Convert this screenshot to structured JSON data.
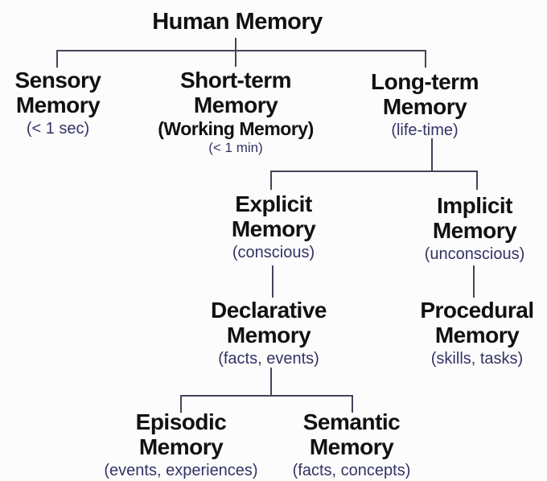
{
  "colors": {
    "background": "#fcfcfc",
    "label_text": "#111111",
    "annotation_text": "#333366",
    "connector_line": "#44445a"
  },
  "nodes": {
    "root": {
      "l1": "Human Memory"
    },
    "sensory": {
      "l1": "Sensory",
      "l2": "Memory",
      "note": "(< 1 sec)"
    },
    "shortterm": {
      "l1": "Short-term",
      "l2": "Memory",
      "sub": "(Working Memory)",
      "note": "(< 1 min)"
    },
    "longterm": {
      "l1": "Long-term",
      "l2": "Memory",
      "note": "(life-time)"
    },
    "explicit": {
      "l1": "Explicit",
      "l2": "Memory",
      "note": "(conscious)"
    },
    "implicit": {
      "l1": "Implicit",
      "l2": "Memory",
      "note": "(unconscious)"
    },
    "declarative": {
      "l1": "Declarative",
      "l2": "Memory",
      "note": "(facts, events)"
    },
    "procedural": {
      "l1": "Procedural",
      "l2": "Memory",
      "note": "(skills, tasks)"
    },
    "episodic": {
      "l1": "Episodic",
      "l2": "Memory",
      "note": "(events, experiences)"
    },
    "semantic": {
      "l1": "Semantic",
      "l2": "Memory",
      "note": "(facts, concepts)"
    }
  },
  "hierarchy": [
    {
      "parent": "Human Memory",
      "children": [
        "Sensory Memory",
        "Short-term Memory",
        "Long-term Memory"
      ]
    },
    {
      "parent": "Long-term Memory",
      "children": [
        "Explicit Memory",
        "Implicit Memory"
      ]
    },
    {
      "parent": "Explicit Memory",
      "children": [
        "Declarative Memory"
      ]
    },
    {
      "parent": "Implicit Memory",
      "children": [
        "Procedural Memory"
      ]
    },
    {
      "parent": "Declarative Memory",
      "children": [
        "Episodic Memory",
        "Semantic Memory"
      ]
    }
  ]
}
